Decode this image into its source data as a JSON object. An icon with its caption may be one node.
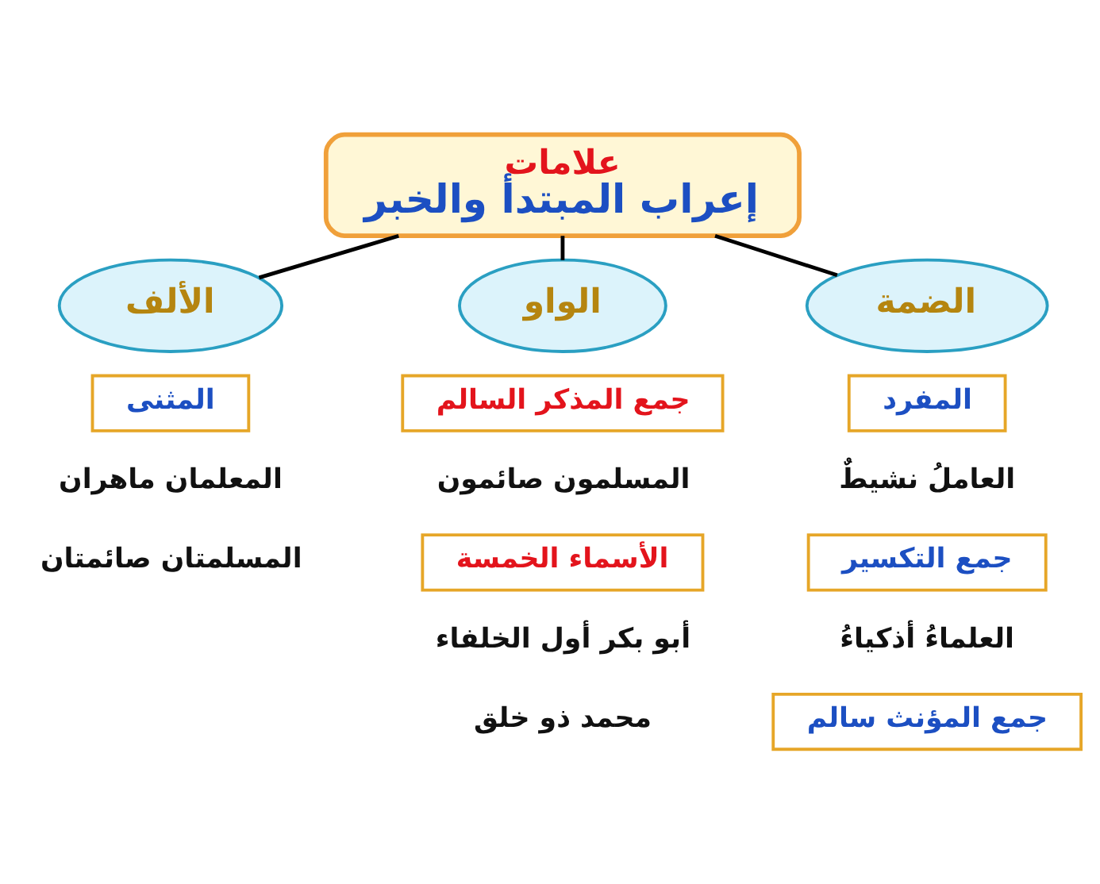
{
  "diagram": {
    "nodes": [
      {
        "text": [
          "علامات",
          "إعراب المبتدأ والخبر"
        ]
      },
      {
        "text": [
          "الضمة"
        ]
      },
      {
        "text": [
          "الواو"
        ]
      },
      {
        "text": [
          "الألف"
        ]
      },
      {
        "text": [
          "المفرد"
        ]
      },
      {
        "text": [
          "جمع المذكر السالم"
        ]
      },
      {
        "text": [
          "المثنى"
        ]
      },
      {
        "text": [
          "جمع التكسير"
        ]
      },
      {
        "text": [
          "الأسماء الخمسة"
        ]
      },
      {
        "text": [
          "جمع المؤنث سالم"
        ]
      }
    ],
    "edges": [
      {
        "from": 0,
        "to": 1,
        "arrow": "none"
      },
      {
        "from": 0,
        "to": 2,
        "arrow": "none"
      },
      {
        "from": 0,
        "to": 3,
        "arrow": "none"
      }
    ],
    "labels": [
      "العاملُ نشيطٌ",
      "المسلمون صائمون",
      "المعلمان ماهران",
      "المسلمتان صائمتان",
      "العلماءُ أذكياءُ",
      "أبو بكر أول الخلفاء",
      "محمد ذو خلق"
    ]
  }
}
